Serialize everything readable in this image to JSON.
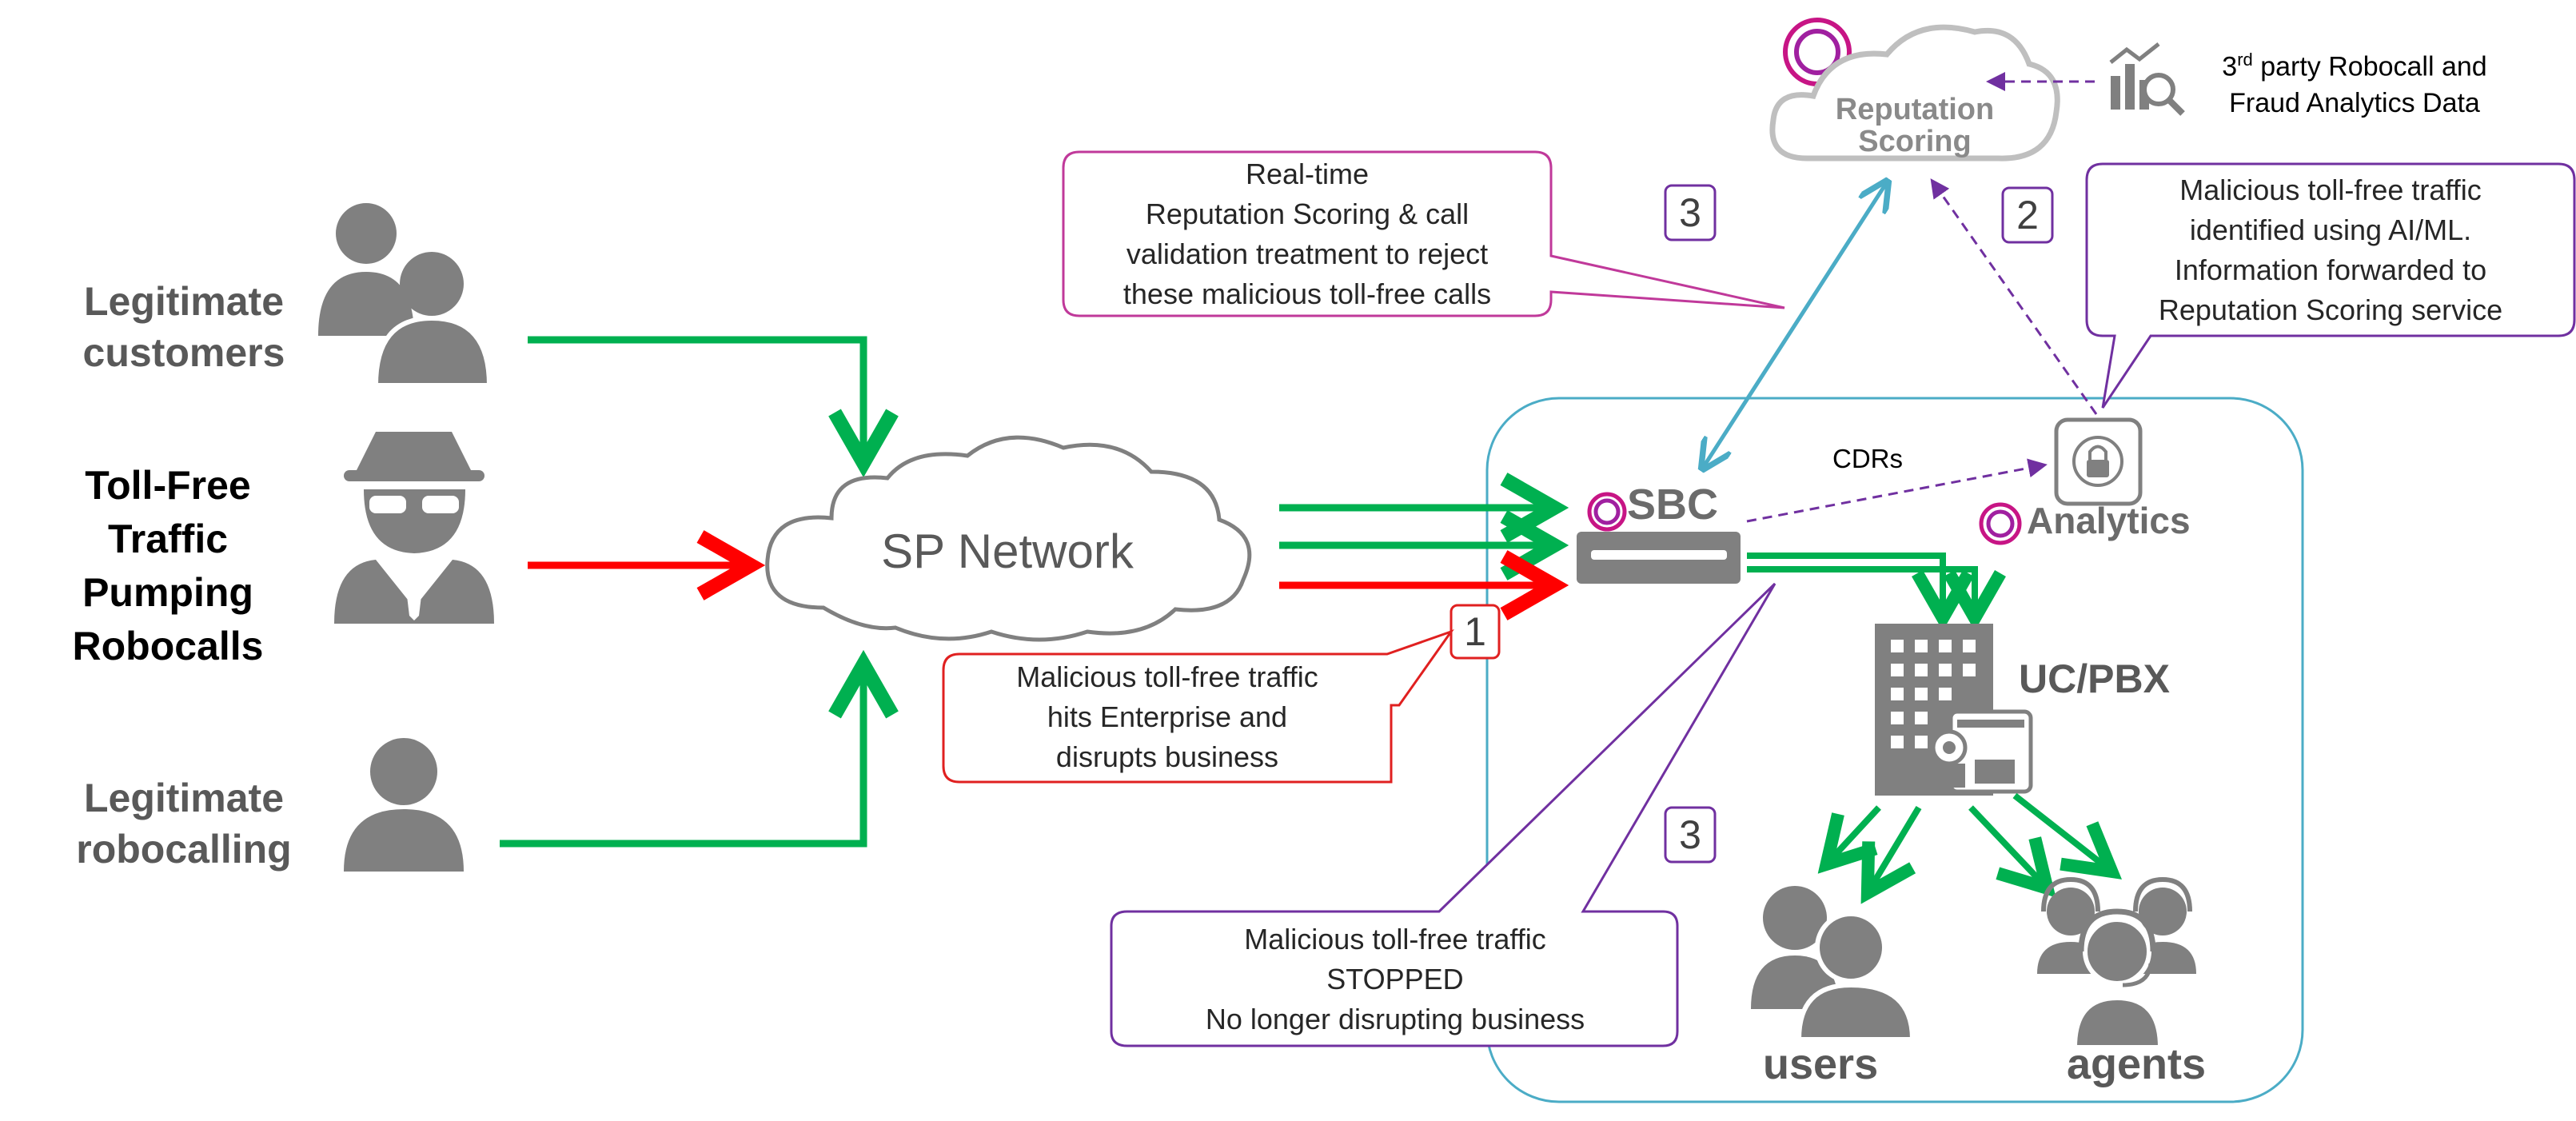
{
  "sources": {
    "legit_customers": {
      "line1": "Legitimate",
      "line2": "customers"
    },
    "toll_free": {
      "line1": "Toll-Free",
      "line2": "Traffic",
      "line3": "Pumping",
      "line4": "Robocalls"
    },
    "legit_robocalling": {
      "line1": "Legitimate",
      "line2": "robocalling"
    }
  },
  "network": {
    "label": "SP Network"
  },
  "sbc": {
    "label": "SBC"
  },
  "cdrs": {
    "label": "CDRs"
  },
  "analytics": {
    "label": "Analytics"
  },
  "ucpbx": {
    "label": "UC/PBX"
  },
  "users": {
    "label": "users"
  },
  "agents": {
    "label": "agents"
  },
  "reputation": {
    "line1": "Reputation",
    "line2": "Scoring"
  },
  "third_party": {
    "sup": "rd",
    "prefix": "3",
    "line1_rest": " party Robocall and",
    "line2": "Fraud Analytics Data"
  },
  "steps": {
    "one": "1",
    "two": "2",
    "three_top": "3",
    "three_bottom": "3"
  },
  "callouts": {
    "step1": {
      "line1": "Malicious toll-free traffic",
      "line2": "hits Enterprise and",
      "line3": "disrupts business"
    },
    "step2": {
      "line1": "Malicious toll-free traffic",
      "line2": "identified using AI/ML.",
      "line3": "Information forwarded to",
      "line4": "Reputation Scoring service"
    },
    "step3_top": {
      "line1": "Real-time",
      "line2": "Reputation Scoring & call",
      "line3": "validation treatment to reject",
      "line4": "these malicious toll-free calls"
    },
    "step3_bottom": {
      "line1": "Malicious toll-free traffic",
      "line2": "STOPPED",
      "line3": "No longer disrupting  business"
    }
  },
  "colors": {
    "green": "#00b050",
    "red": "#ff0000",
    "purple": "#7030a0",
    "cyan": "#4bacc6",
    "gray": "#7f7f7f",
    "icon_gray": "#808080",
    "magenta_callout": "#c0399a",
    "red_callout": "#e02020"
  },
  "icons": [
    "group-icon",
    "spy-icon",
    "person-icon",
    "cloud-icon",
    "sbc-device-icon",
    "analytics-icon",
    "building-icon",
    "users-group-icon",
    "agents-headset-icon",
    "chart-magnifier-icon",
    "ring-logo-icon"
  ]
}
